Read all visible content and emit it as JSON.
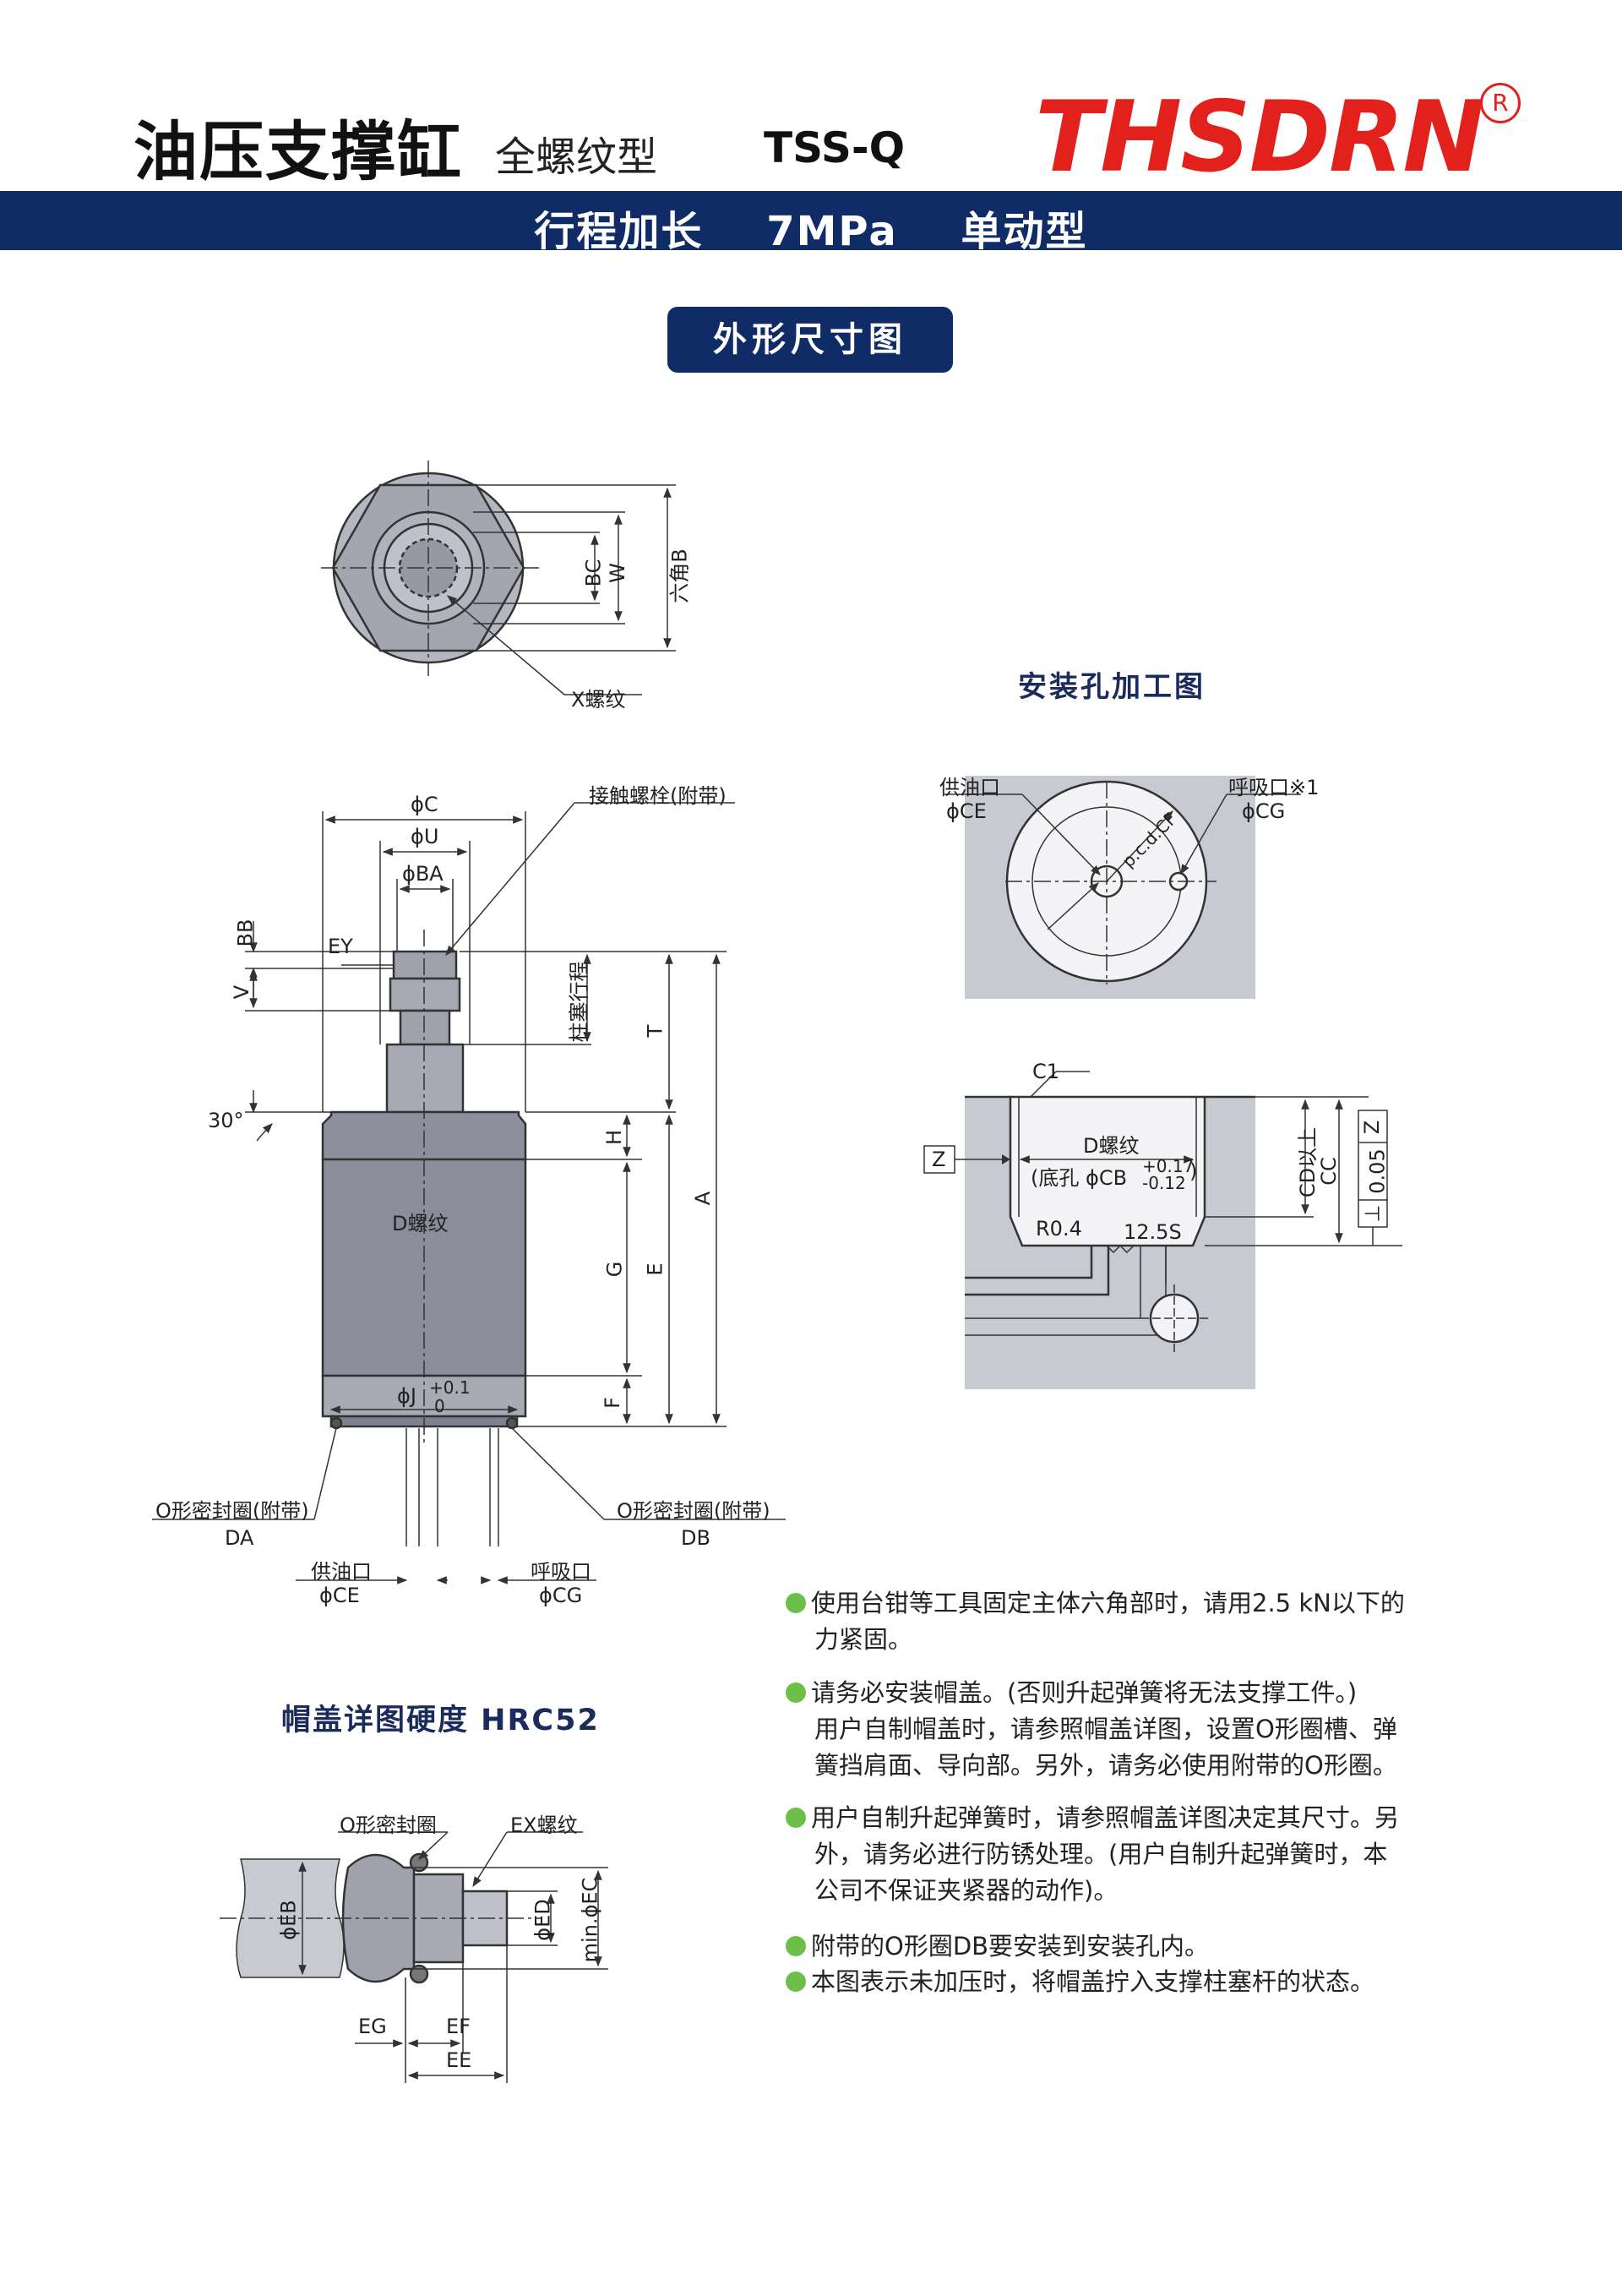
{
  "header": {
    "title": "油压支撑缸",
    "subtitle": "全螺纹型",
    "model": "TSS-Q",
    "logo_text": "THSDRN",
    "logo_registered": "R",
    "banner": "行程加长    7MPa    单动型",
    "section_button": "外形尺寸图"
  },
  "colors": {
    "navy": "#0f2c66",
    "logo_red": "#e2201c",
    "bullet_green": "#6cc04a",
    "part_gray": "#9a9ca8"
  },
  "top_view": {
    "bc": "BC",
    "w": "W",
    "hex_b": "六角B",
    "x_thread": "X螺纹"
  },
  "main_view": {
    "phi_c": "ϕC",
    "phi_u": "ϕU",
    "phi_ba": "ϕBA",
    "bb": "BB",
    "ey": "EY",
    "v": "V",
    "contact_bolt": "接触螺栓(附带)",
    "plunger_stroke": "柱塞行程",
    "t": "T",
    "a": "A",
    "angle": "30°",
    "h": "H",
    "d_thread": "D螺纹",
    "g": "G",
    "e": "E",
    "f": "F",
    "phi_j": "ϕJ",
    "phi_j_tol_up": "+0.1",
    "phi_j_tol_low": "0",
    "oring_da": "O形密封圈(附带)",
    "da": "DA",
    "oring_db": "O形密封圈(附带)",
    "db": "DB",
    "supply_port": "供油口",
    "phi_ce": "ϕCE",
    "breather_port": "呼吸口",
    "phi_cg": "ϕCG"
  },
  "install": {
    "title": "安装孔加工图",
    "supply_port": "供油口",
    "phi_ce": "ϕCE",
    "breather_port": "呼吸口※1",
    "phi_cg": "ϕCG",
    "pcd": "p.c.d.CF",
    "c1": "C1",
    "d_thread": "D螺纹",
    "bottom_hole": "(底孔 ϕCB",
    "cb_tol_up": "+0.17",
    "cb_tol_low": "-0.12",
    "paren_close": ")",
    "z": "Z",
    "r04": "R0.4",
    "roughness": "12.5S",
    "cd": "CD以上",
    "cc": "CC",
    "perp": "⊥",
    "tol": "0.05",
    "z2": "Z"
  },
  "cap": {
    "title": "帽盖详图硬度 HRC52",
    "oring": "O形密封圈",
    "ex_thread": "EX螺纹",
    "phi_eb": "ϕEB",
    "phi_ed": "ϕED",
    "min_phi_ec": "min.ϕEC",
    "eg": "EG",
    "ef": "EF",
    "ee": "EE"
  },
  "notes": [
    {
      "line1": "使用台钳等工具固定主体六角部时，请用2.5 kN以下的",
      "line2": "力紧固。",
      "line3": ""
    },
    {
      "line1": "请务必安装帽盖。(否则升起弹簧将无法支撑工件。)",
      "line2": "用户自制帽盖时，请参照帽盖详图，设置O形圈槽、弹",
      "line3": "簧挡肩面、导向部。另外，请务必使用附带的O形圈。"
    },
    {
      "line1": "用户自制升起弹簧时，请参照帽盖详图决定其尺寸。另",
      "line2": "外，请务必进行防锈处理。(用户自制升起弹簧时，本",
      "line3": "公司不保证夹紧器的动作)。"
    },
    {
      "line1": "附带的O形圈DB要安装到安装孔内。",
      "line2": "",
      "line3": ""
    },
    {
      "line1": "本图表示未加压时，将帽盖拧入支撑柱塞杆的状态。",
      "line2": "",
      "line3": ""
    }
  ]
}
